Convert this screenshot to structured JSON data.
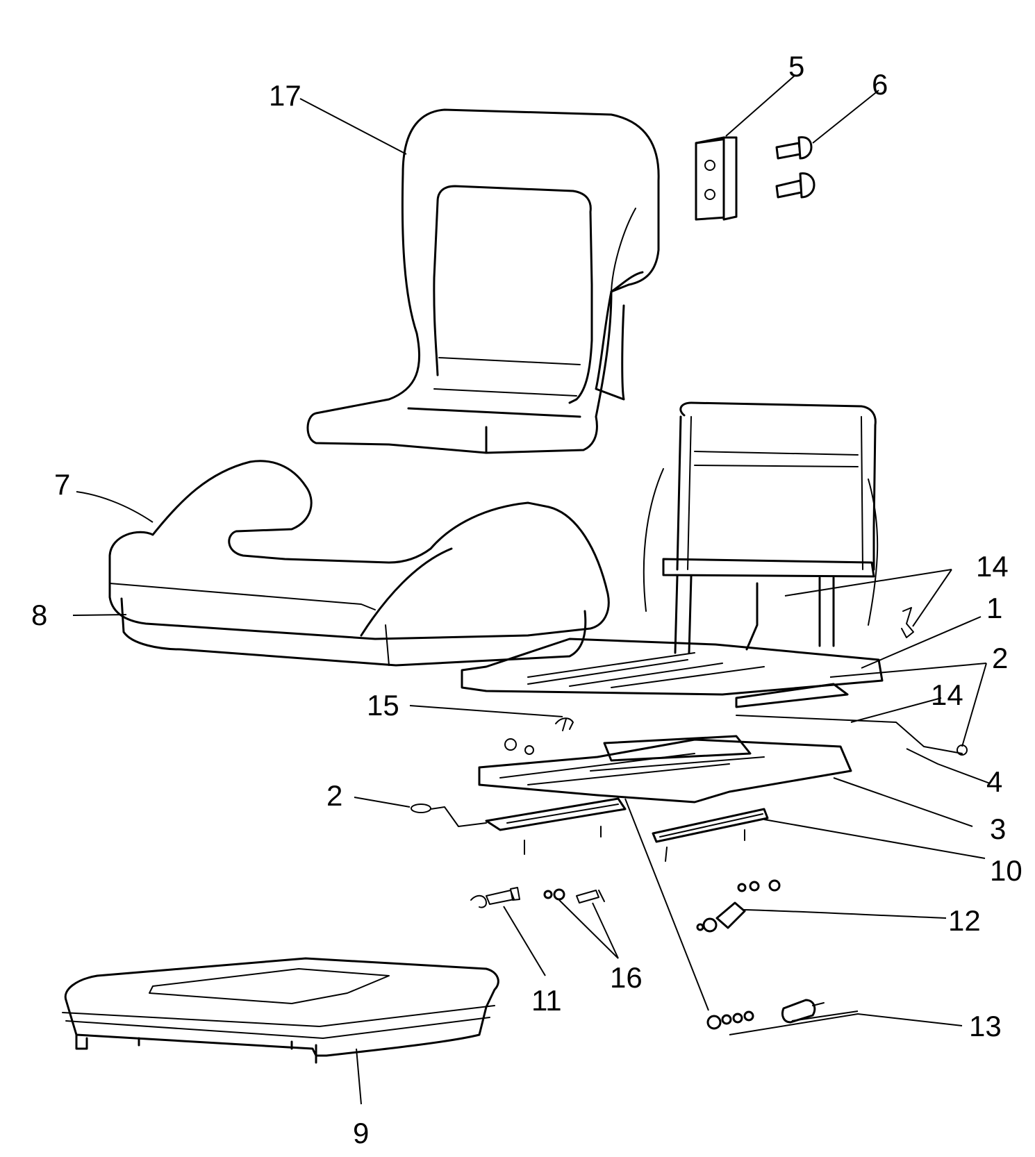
{
  "diagram": {
    "callouts": [
      "1",
      "2",
      "2",
      "3",
      "4",
      "5",
      "6",
      "7",
      "8",
      "9",
      "10",
      "11",
      "12",
      "13",
      "14",
      "14",
      "15",
      "16",
      "17"
    ]
  },
  "parts": {
    "seat_back": "seat-back",
    "seat_cushion": "seat-cushion",
    "cushion_base": "cushion-base",
    "mounting_block": "mounting-block",
    "bolts": "bolt",
    "seat_frame": "seat-frame",
    "slide_rails": "slide-rail",
    "base_plate": "base-plate",
    "hardware": "small-hardware"
  }
}
